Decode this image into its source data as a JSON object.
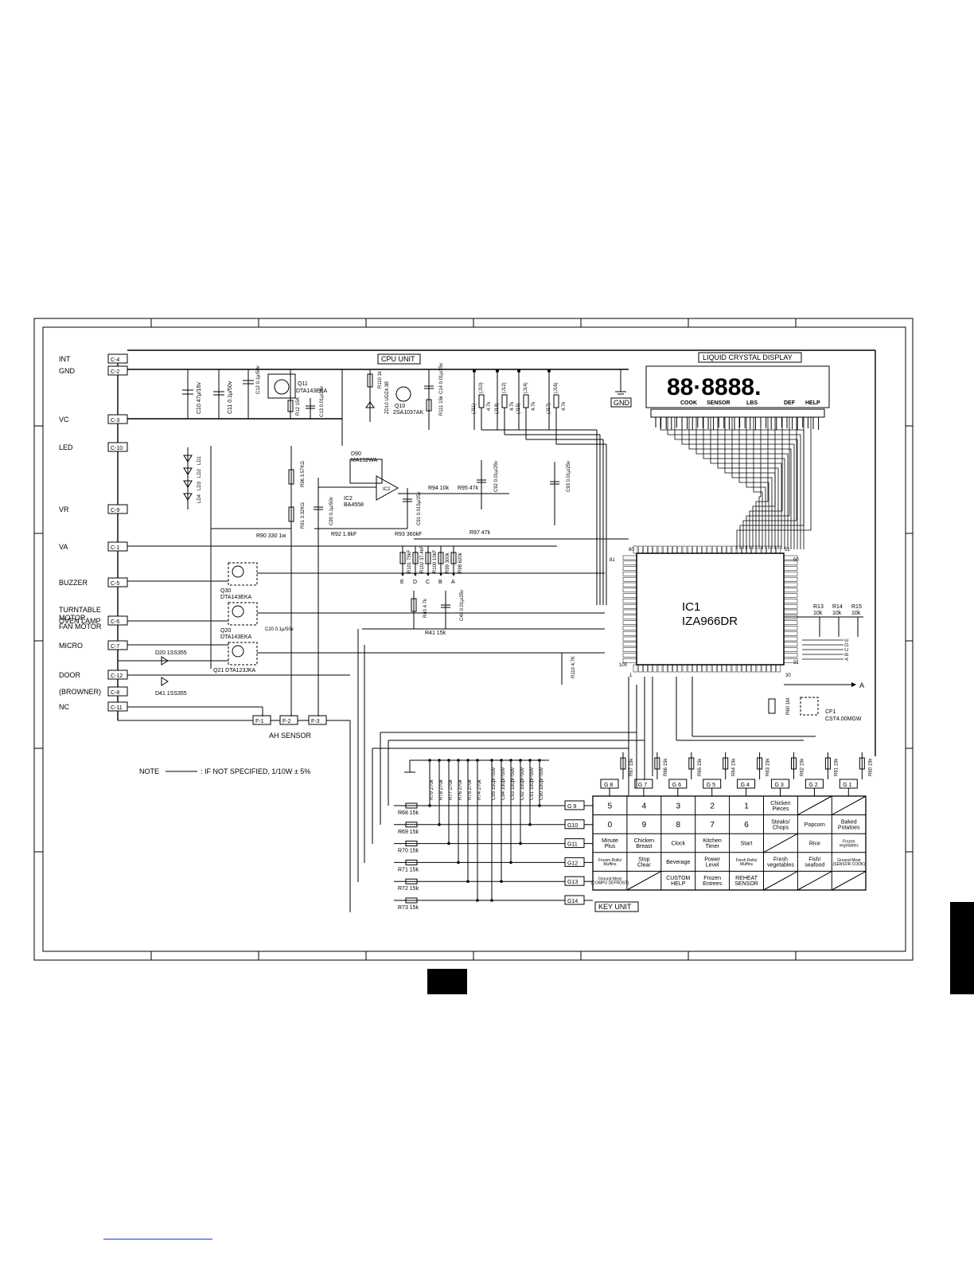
{
  "connectors_c": [
    {
      "pin": "C-4",
      "label": "INT"
    },
    {
      "pin": "C-2",
      "label": "GND"
    },
    {
      "pin": "C-3",
      "label": "VC"
    },
    {
      "pin": "C-10",
      "label": "LED"
    },
    {
      "pin": "C-9",
      "label": "VR"
    },
    {
      "pin": "C-1",
      "label": "VA"
    },
    {
      "pin": "C-5",
      "label": "BUZZER"
    },
    {
      "pin": "C-6",
      "label": "OVEN LAMP"
    },
    {
      "pin": "C-7",
      "label": "MICRO"
    },
    {
      "pin": "C-12",
      "label": "DOOR"
    },
    {
      "pin": "C-8",
      "label": "(BROWNER)"
    },
    {
      "pin": "C-11",
      "label": "NC"
    }
  ],
  "c6_extra_labels": [
    "TURNTABLE",
    "MOTOR",
    "FAN MOTOR"
  ],
  "sensor_pins": [
    "F-1",
    "F-2",
    "F-3"
  ],
  "sensor_label": "AH SENSOR",
  "units": {
    "cpu": "CPU UNIT",
    "lcd": "LIQUID CRYSTAL DISPLAY",
    "key": "KEY UNIT",
    "gnd": "GND"
  },
  "display": {
    "digits": "88·8888.",
    "indicators": [
      "COOK",
      "SENSOR",
      "LBS",
      "DEF",
      "HELP"
    ]
  },
  "ic1": {
    "name": "IC1",
    "part": "IZA966DR",
    "pins": [
      "80",
      "51",
      "81",
      "50",
      "100",
      "31",
      "1",
      "30"
    ]
  },
  "components": {
    "c10": "C10 47μ/16v",
    "c11": "C11 0.1μ/50v",
    "c12": "C12 0.1μ/50v",
    "q11": "Q11",
    "q11_part": "DTA143EKA",
    "r12": "R12 15K",
    "c13": "C13 0.01μ/25v",
    "r110": "R110 1k",
    "zd10": "ZD10 UDZ4.3B",
    "q10": "Q10",
    "q10_part": "2SA1037AK",
    "c14": "C14 0.01μ/25v",
    "r111": "R111 15k",
    "j10": "(J10)",
    "j11": "(J11)",
    "j12": "(J12)",
    "j13": "(J13)",
    "j14": "(J14)",
    "j15": "(J15)",
    "j16": "(J16)",
    "j17": "(J17)",
    "r_4k7": "4.7k",
    "d90": "D90",
    "d90_part": "MA152WA",
    "ic2": "IC2",
    "ic2_part": "BA4558",
    "ic2_sym": "IC2",
    "r96": "R96 3.57KΩ",
    "r91": "R91 3.32KΩ",
    "c90": "C90 0.1μ/50v",
    "r92": "R92 1.8kF",
    "r93": "R93 360kF",
    "c91": "C91 0.015μ/25v",
    "r94": "R94 10k",
    "r95": "R95 47k",
    "c92": "C92 0.01μ/25v",
    "c93": "C93 0.01μ/25v",
    "r90": "R90 330 1w",
    "r97": "R97 47k",
    "r101": "R101 75kF",
    "r102": "R102 37.4kF",
    "r100": "R100 10kF",
    "r99": "R99 300k",
    "r98": "R98 620k",
    "edcba": [
      "E",
      "D",
      "C",
      "B",
      "A"
    ],
    "r40": "R40 4.7k",
    "c40": "C40 0.01μ/25v",
    "r41": "R41 15k",
    "q30": "Q30",
    "q30_part": "DTA143EKA",
    "q20": "Q20",
    "q20_part": "DTA143EKA",
    "c20": "C20 0.1μ/50v",
    "q21": "Q21 DTA123JKA",
    "d20": "D20 1SS355",
    "d41": "D41 1SS355",
    "r13": "R13",
    "r14": "R14",
    "r15": "R15",
    "r_10k": "10k",
    "r110b": "R110 4.7K",
    "r60": "R60 1M",
    "cf1": "CF1",
    "cf1_part": "CST4.00MGW",
    "wire_a": "A",
    "side_labels": [
      "E",
      "D",
      "C",
      "B",
      "A"
    ],
    "led_labels": [
      "LD1",
      "LD2",
      "LD3",
      "LD4"
    ]
  },
  "note": {
    "label": "NOTE",
    "text": ": IF NOT SPECIFIED,  1/10W ± 5%"
  },
  "key_matrix": {
    "columns": [
      {
        "pin": "G 8",
        "res": "R67 15k"
      },
      {
        "pin": "G 7",
        "res": "R66 15k"
      },
      {
        "pin": "G 6",
        "res": "R65 15k"
      },
      {
        "pin": "G 5",
        "res": "R64 15k"
      },
      {
        "pin": "G 4",
        "res": "R63 15k"
      },
      {
        "pin": "G 3",
        "res": "R62 15k"
      },
      {
        "pin": "G 2",
        "res": "R61 15k"
      },
      {
        "pin": "G 1",
        "res": "R60 15k"
      }
    ],
    "rows": [
      {
        "pin": "G 9",
        "res": "R68 15k",
        "keys": [
          "5",
          "4",
          "3",
          "2",
          "1",
          "Chicken Pieces",
          "",
          ""
        ]
      },
      {
        "pin": "G10",
        "res": "R69 15k",
        "keys": [
          "0",
          "9",
          "8",
          "7",
          "6",
          "Steaks/ Chops",
          "Popcorn",
          "Baked Potatoes"
        ]
      },
      {
        "pin": "G11",
        "res": "R70 15k",
        "keys": [
          "Minute Plus",
          "Chicken Breast",
          "Clock",
          "Kitchen Timer",
          "Start",
          "",
          "Rice",
          "Frozen vegetables"
        ]
      },
      {
        "pin": "G12",
        "res": "R71 15k",
        "keys": [
          "Frozen Rolls/ Muffins",
          "Stop Clear",
          "Beverage",
          "Power Level",
          "Fresh Rolls/ Muffins",
          "Fresh vegetables",
          "Fish/ seafood",
          "Ground Meat (SENSOR COOK)"
        ]
      },
      {
        "pin": "G13",
        "res": "R72 15k",
        "keys": [
          "Ground Meat (COMPU DEFROST)",
          "",
          "CUSTOM HELP",
          "Frozen Entrees",
          "REHEAT SENSOR",
          "",
          "",
          ""
        ]
      },
      {
        "pin": "G14",
        "res": "R73 15k",
        "keys": []
      }
    ],
    "pulldowns_r": [
      "R79 270k",
      "R78 270k",
      "R77 270k",
      "R76 270k",
      "R75 270k",
      "R74 270k"
    ],
    "pulldowns_c": [
      "C95 330pF/50v",
      "C94 330pF/50v",
      "C93 330pF/50v",
      "C92 330pF/50v",
      "C91 330pF/50v",
      "C90 330pF/50v"
    ]
  }
}
